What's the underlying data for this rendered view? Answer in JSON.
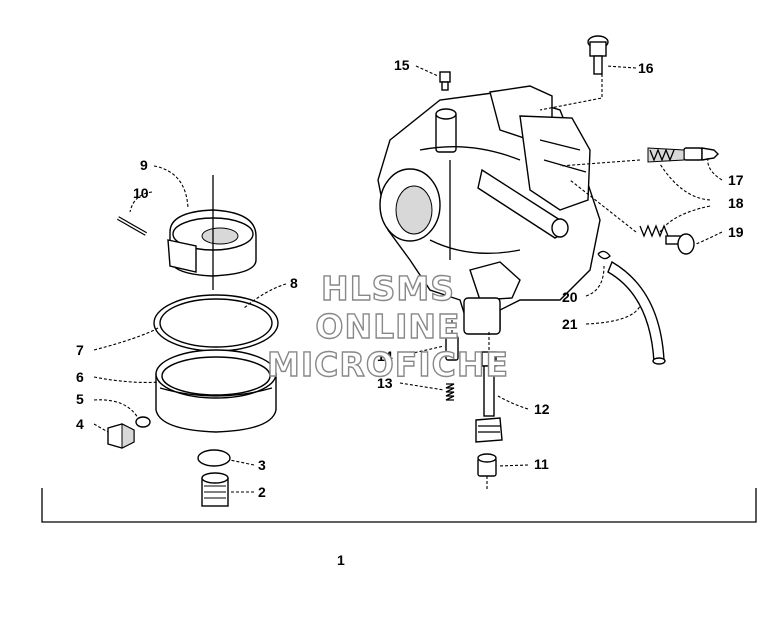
{
  "callouts": {
    "c1": "1",
    "c2": "2",
    "c3": "3",
    "c4": "4",
    "c5": "5",
    "c6": "6",
    "c7": "7",
    "c8": "8",
    "c9": "9",
    "c10": "10",
    "c11": "11",
    "c12": "12",
    "c13": "13",
    "c14": "14",
    "c15": "15",
    "c16": "16",
    "c17": "17",
    "c18": "18",
    "c19": "19",
    "c20": "20",
    "c21": "21"
  },
  "watermark": {
    "line1": "HLSMS",
    "line2": "ONLINE",
    "line3": "MICROFICHE"
  }
}
